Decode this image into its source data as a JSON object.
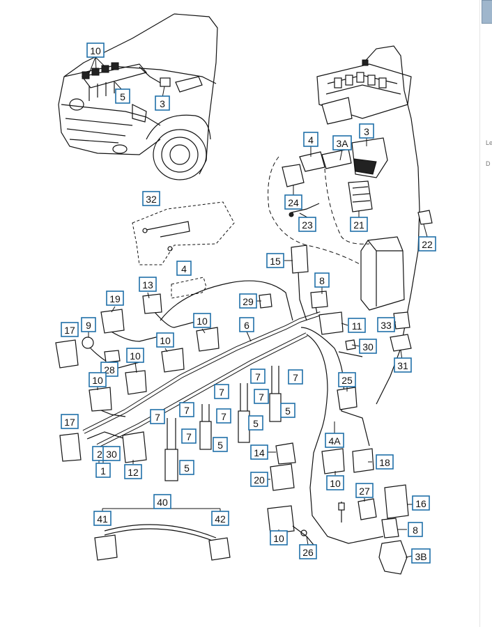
{
  "diagram": {
    "labels": [
      {
        "id": "l10a",
        "text": "10"
      },
      {
        "id": "l5a",
        "text": "5"
      },
      {
        "id": "l3a",
        "text": "3"
      },
      {
        "id": "l4a",
        "text": "4"
      },
      {
        "id": "l3A",
        "text": "3A"
      },
      {
        "id": "l3b",
        "text": "3"
      },
      {
        "id": "l24",
        "text": "24"
      },
      {
        "id": "l21",
        "text": "21"
      },
      {
        "id": "l23",
        "text": "23"
      },
      {
        "id": "l22",
        "text": "22"
      },
      {
        "id": "l32",
        "text": "32"
      },
      {
        "id": "l4b",
        "text": "4"
      },
      {
        "id": "l15",
        "text": "15"
      },
      {
        "id": "l8a",
        "text": "8"
      },
      {
        "id": "l13",
        "text": "13"
      },
      {
        "id": "l29",
        "text": "29"
      },
      {
        "id": "l19",
        "text": "19"
      },
      {
        "id": "l10b",
        "text": "10"
      },
      {
        "id": "l6",
        "text": "6"
      },
      {
        "id": "l11",
        "text": "11"
      },
      {
        "id": "l33",
        "text": "33"
      },
      {
        "id": "l9",
        "text": "9"
      },
      {
        "id": "l17a",
        "text": "17"
      },
      {
        "id": "l10c",
        "text": "10"
      },
      {
        "id": "l30a",
        "text": "30"
      },
      {
        "id": "l31",
        "text": "31"
      },
      {
        "id": "l28",
        "text": "28"
      },
      {
        "id": "l10d",
        "text": "10"
      },
      {
        "id": "l10e",
        "text": "10"
      },
      {
        "id": "l7a",
        "text": "7"
      },
      {
        "id": "l7b",
        "text": "7"
      },
      {
        "id": "l7c",
        "text": "7"
      },
      {
        "id": "l7d",
        "text": "7"
      },
      {
        "id": "l25",
        "text": "25"
      },
      {
        "id": "l5b",
        "text": "5"
      },
      {
        "id": "l7e",
        "text": "7"
      },
      {
        "id": "l7f",
        "text": "7"
      },
      {
        "id": "l5c",
        "text": "5"
      },
      {
        "id": "l17b",
        "text": "17"
      },
      {
        "id": "l7g",
        "text": "7"
      },
      {
        "id": "l7h",
        "text": "7"
      },
      {
        "id": "l4A",
        "text": "4A"
      },
      {
        "id": "l5d",
        "text": "5"
      },
      {
        "id": "l14",
        "text": "14"
      },
      {
        "id": "l2",
        "text": "2"
      },
      {
        "id": "l30b",
        "text": "30"
      },
      {
        "id": "l18",
        "text": "18"
      },
      {
        "id": "l1",
        "text": "1"
      },
      {
        "id": "l12",
        "text": "12"
      },
      {
        "id": "l5e",
        "text": "5"
      },
      {
        "id": "l20",
        "text": "20"
      },
      {
        "id": "l10f",
        "text": "10"
      },
      {
        "id": "l27",
        "text": "27"
      },
      {
        "id": "l16",
        "text": "16"
      },
      {
        "id": "l40",
        "text": "40"
      },
      {
        "id": "l41",
        "text": "41"
      },
      {
        "id": "l42",
        "text": "42"
      },
      {
        "id": "l10g",
        "text": "10"
      },
      {
        "id": "l8b",
        "text": "8"
      },
      {
        "id": "l26",
        "text": "26"
      },
      {
        "id": "l3B",
        "text": "3B"
      }
    ]
  },
  "right_strip": {
    "text_1": "Le",
    "text_2": "D"
  },
  "colors": {
    "label_border": "#1f6fa8",
    "line": "#111111",
    "background": "#ffffff"
  }
}
